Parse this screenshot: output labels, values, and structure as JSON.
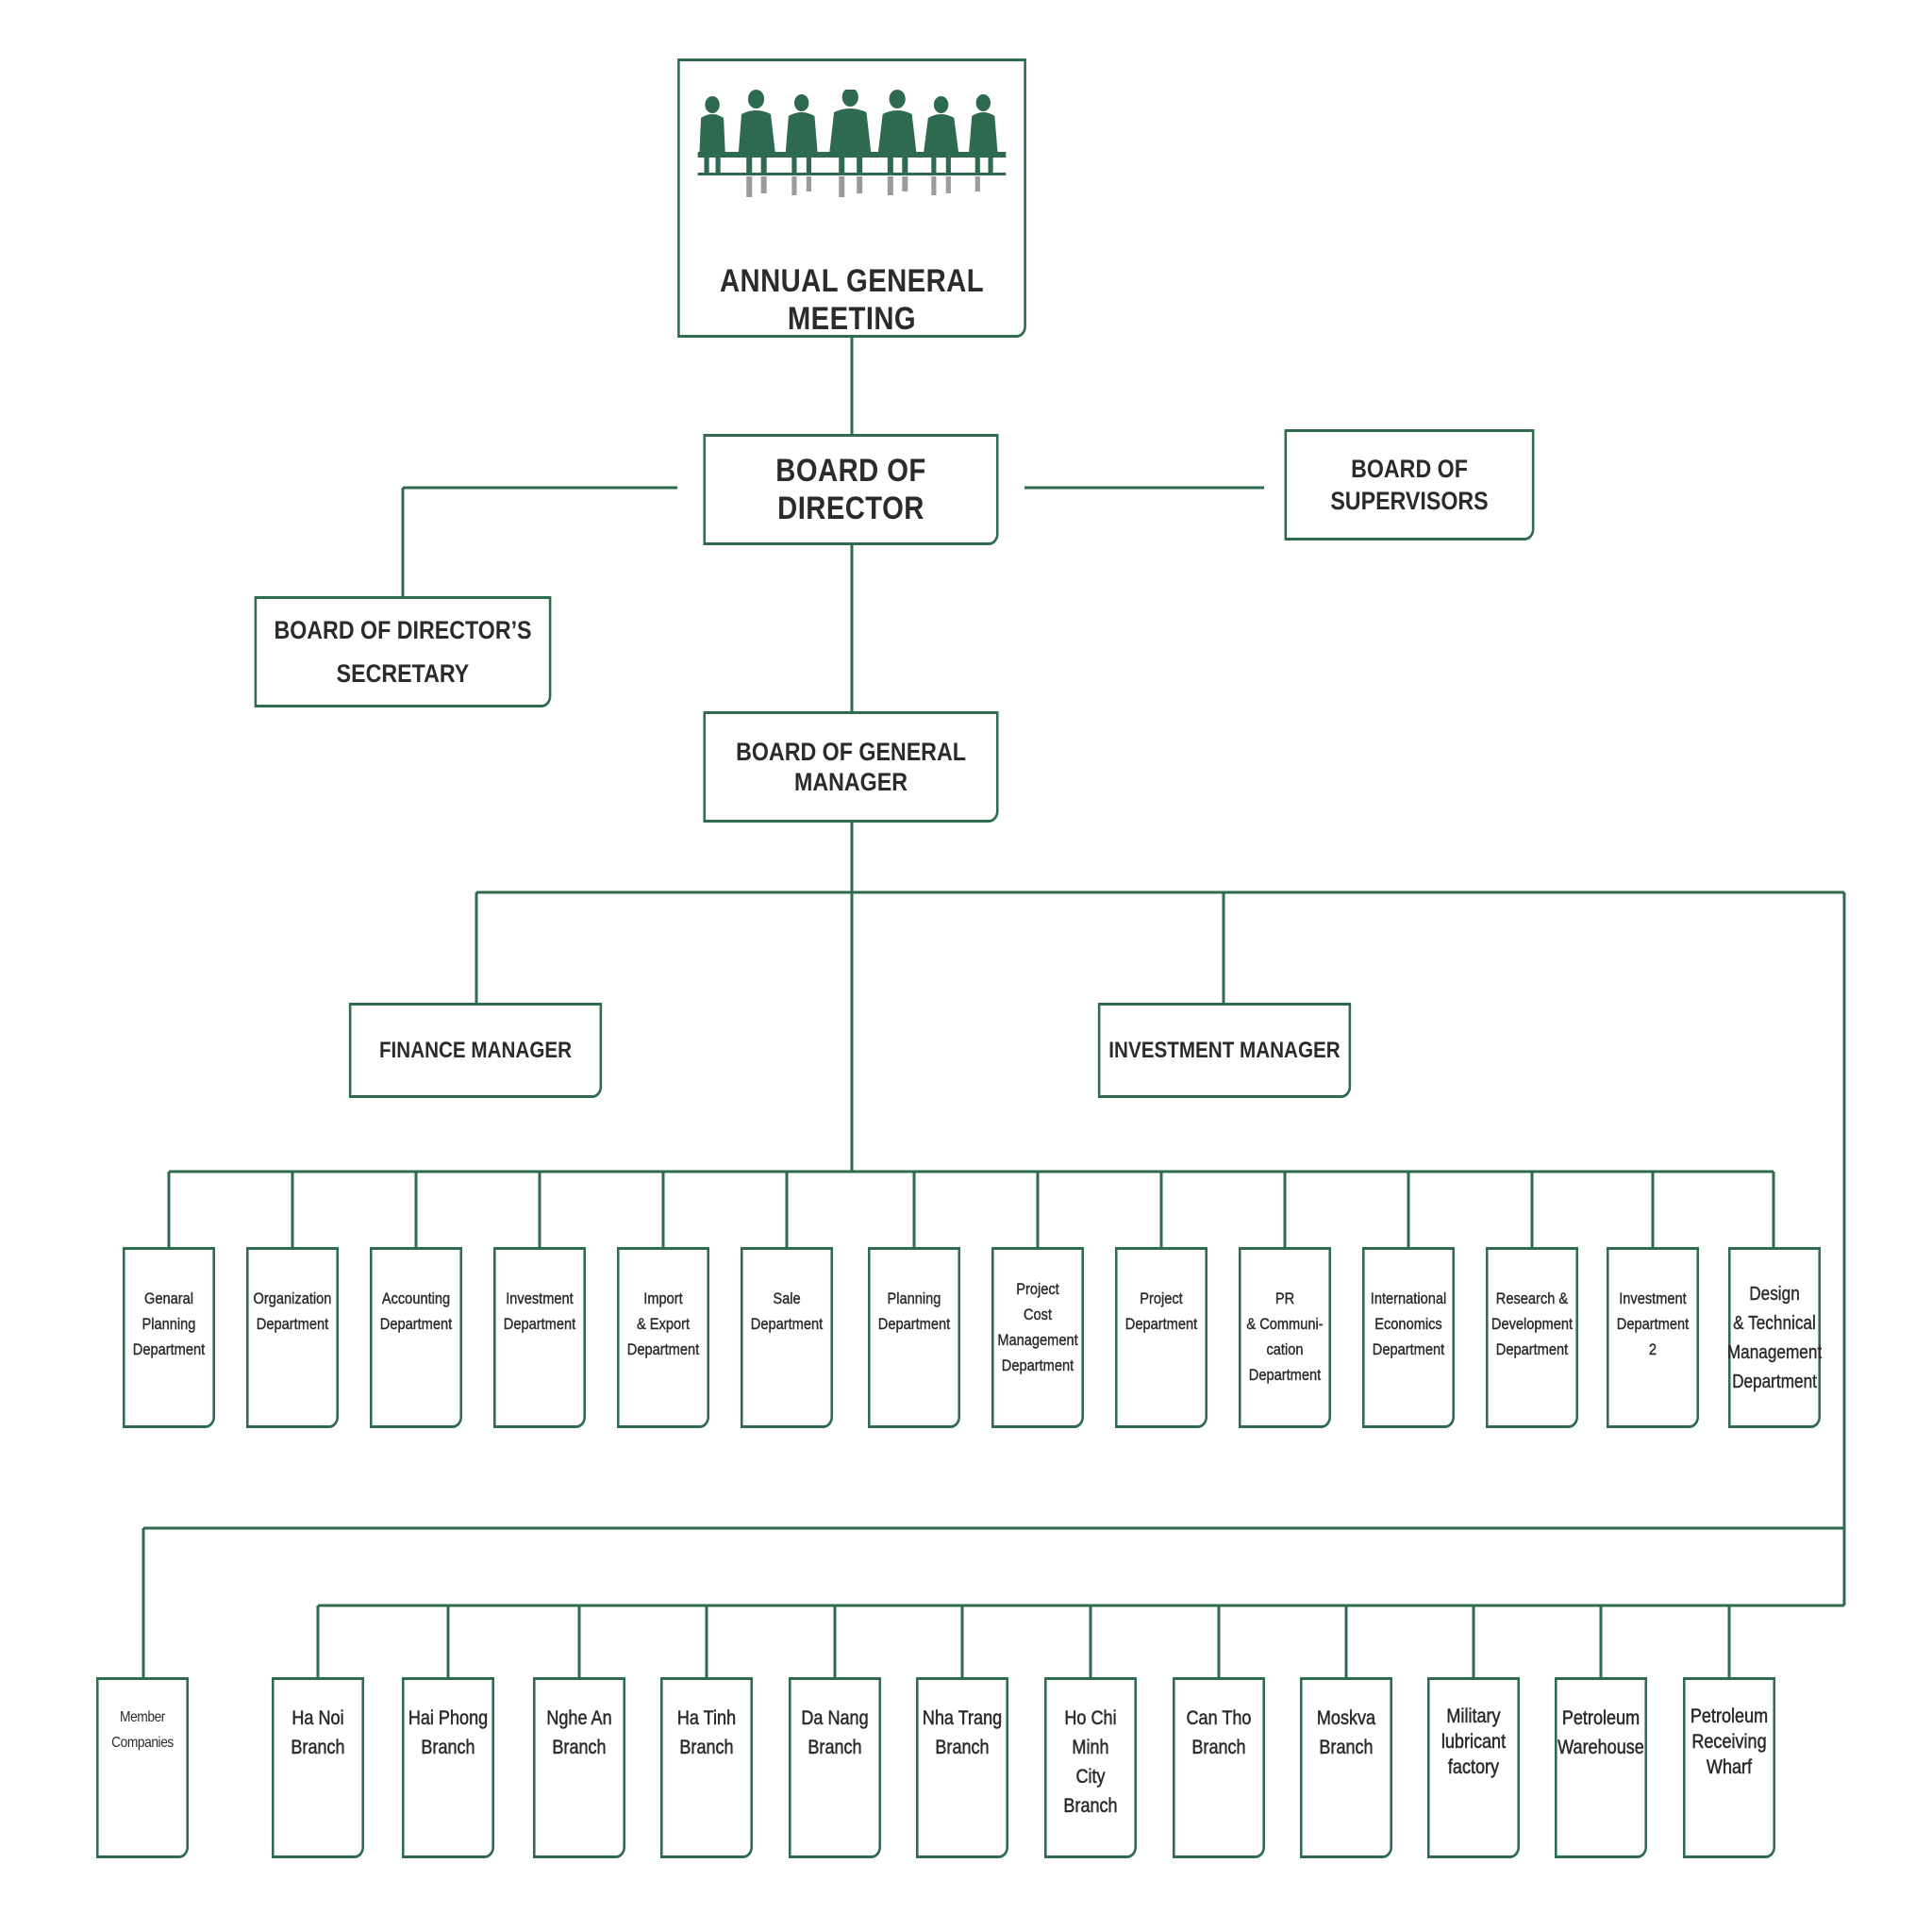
{
  "colors": {
    "line": "#2f6b4f",
    "icon": "#2d6a4f",
    "reflection": "#8a8a8a",
    "text": "#2b2b2b"
  },
  "icon": "meeting-silhouette-icon",
  "nodes": {
    "agm": "ANNUAL GENERAL MEETING",
    "board_of_director": "BOARD OF  DIRECTOR",
    "board_of_supervisors": "BOARD OF SUPERVISORS",
    "secretary": "BOARD OF DIRECTOR’S\nSECRETARY",
    "general_manager": "BOARD OF GENERAL\nMANAGER",
    "finance_manager": "FINANCE MANAGER",
    "investment_manager": "INVESTMENT MANAGER"
  },
  "departments": [
    "Genaral\nPlanning\nDepartment",
    "Organization\nDepartment",
    "Accounting\nDepartment",
    "Investment\nDepartment",
    "Import\n& Export\nDepartment",
    "Sale\nDepartment",
    "Planning\nDepartment",
    "Project\nCost\nManagement\nDepartment",
    "Project\nDepartment",
    "PR\n& Communi-\ncation\nDepartment",
    "International\nEconomics\nDepartment",
    "Research &\nDevelopment\nDepartment",
    "Investment\nDepartment\n2",
    "Design\n& Technical\nManagement\nDepartment"
  ],
  "member_companies": "Member\nCompanies",
  "branches": [
    "Ha Noi\nBranch",
    "Hai Phong\nBranch",
    "Nghe An\nBranch",
    "Ha Tinh\nBranch",
    "Da Nang\nBranch",
    "Nha Trang\nBranch",
    "Ho Chi Minh\nCity Branch",
    "Can Tho\nBranch",
    "Moskva\nBranch",
    "Military\nlubricant\nfactory",
    "Petroleum\nWarehouse",
    "Petroleum\nReceiving\nWharf"
  ]
}
